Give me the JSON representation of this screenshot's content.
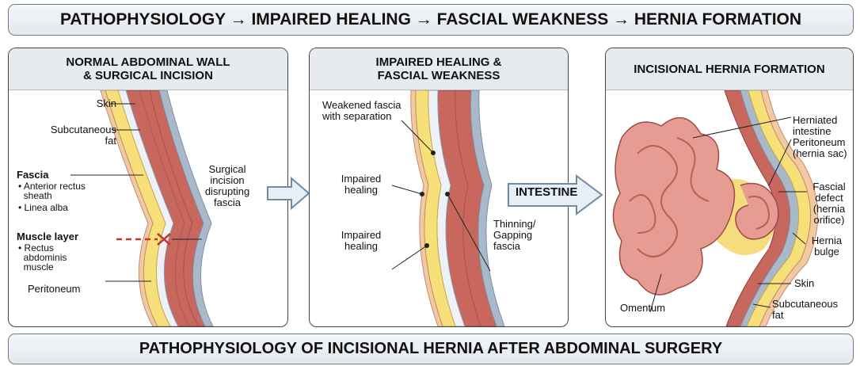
{
  "header": {
    "title": "PATHOPHYSIOLOGY → IMPAIRED HEALING → FASCIAL WEAKNESS → HERNIA FORMATION"
  },
  "footer": {
    "title": "PATHOPHYSIOLOGY OF INCISIONAL HERNIA AFTER ABDOMINAL SURGERY"
  },
  "panels": {
    "normal": {
      "title_line1": "NORMAL ABDOMINAL WALL",
      "title_line2": "& SURGICAL INCISION",
      "skin": "Skin",
      "subcut_line1": "Subcutaneous",
      "subcut_line2": "fat",
      "fascia": "Fascia",
      "fascia_sub1_line1": "• Anterior rectus",
      "fascia_sub1_line2": "sheath",
      "fascia_sub2": "• Linea alba",
      "muscle": "Muscle layer",
      "muscle_sub_line1": "• Rectus",
      "muscle_sub_line2": "abdominis",
      "muscle_sub_line3": "muscle",
      "peritoneum": "Peritoneum",
      "incision_line1": "Surgical",
      "incision_line2": "incision",
      "incision_line3": "disrupting",
      "incision_line4": "fascia"
    },
    "impaired": {
      "title_line1": "IMPAIRED HEALING &",
      "title_line2": "FASCIAL WEAKNESS",
      "weak_line1": "Weakened fascia",
      "weak_line2": "with separation",
      "impaired1_line1": "Impaired",
      "impaired1_line2": "healing",
      "impaired2_line1": "Impaired",
      "impaired2_line2": "healing",
      "thin_line1": "Thinning/",
      "thin_line2": "Gapping",
      "thin_line3": "fascia"
    },
    "hernia": {
      "title": "INCISIONAL HERNIA FORMATION",
      "herniated_line1": "Herniated",
      "herniated_line2": "intestine",
      "peritoneum_line1": "Peritoneum",
      "peritoneum_line2": "(hernia sac)",
      "defect_line1": "Fascial",
      "defect_line2": "defect",
      "defect_line3": "(hernia",
      "defect_line4": "orifice)",
      "bulge_line1": "Hernia",
      "bulge_line2": "bulge",
      "skin": "Skin",
      "subcut_line1": "Subcutaneous",
      "subcut_line2": "fat",
      "omentum": "Omentum"
    }
  },
  "arrows": {
    "intestine_label": "INTESTINE"
  },
  "colors": {
    "skin": "#f3c9a4",
    "fat": "#f7e07a",
    "fascia": "#eef2f6",
    "peritoneum": "#a9b9c9",
    "muscle": "#c8675e",
    "intestine": "#e69c93"
  }
}
